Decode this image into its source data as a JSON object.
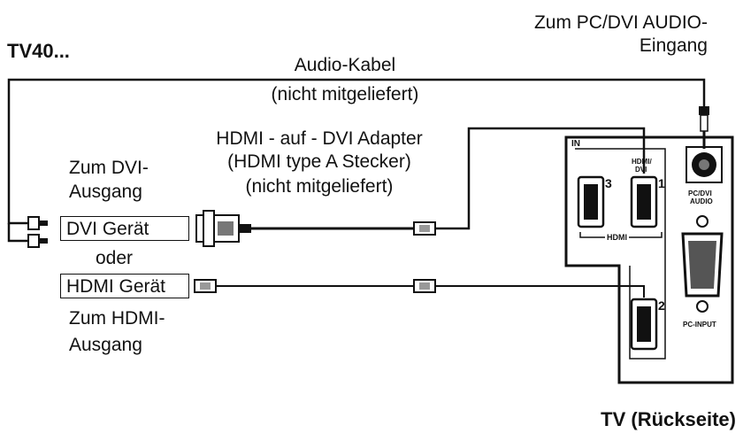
{
  "labels": {
    "model": "TV40...",
    "pc_audio_line1": "Zum PC/DVI AUDIO-",
    "pc_audio_line2": "Eingang",
    "audio_cable_line1": "Audio-Kabel",
    "audio_cable_line2": "(nicht mitgeliefert)",
    "adapter_line1": "HDMI - auf - DVI Adapter",
    "adapter_line2": "(HDMI type A Stecker)",
    "adapter_line3": "(nicht mitgeliefert)",
    "dvi_out_line1": "Zum DVI-",
    "dvi_out_line2": "Ausgang",
    "dvi_device": "DVI Gerät",
    "or": "oder",
    "hdmi_device": "HDMI Gerät",
    "hdmi_out_line1": "Zum HDMI-",
    "hdmi_out_line2": "Ausgang",
    "tv_rear": "TV (Rückseite)"
  },
  "panel": {
    "in_label": "IN",
    "hdmi1_label_line1": "HDMI/",
    "hdmi1_label_line2": "DVI",
    "port1_number": "1",
    "port2_number": "2",
    "port3_number": "3",
    "hdmi_group_label": "HDMI",
    "pc_audio_label_line1": "PC/DVI",
    "pc_audio_label_line2": "AUDIO",
    "pc_input_label": "PC-INPUT"
  }
}
